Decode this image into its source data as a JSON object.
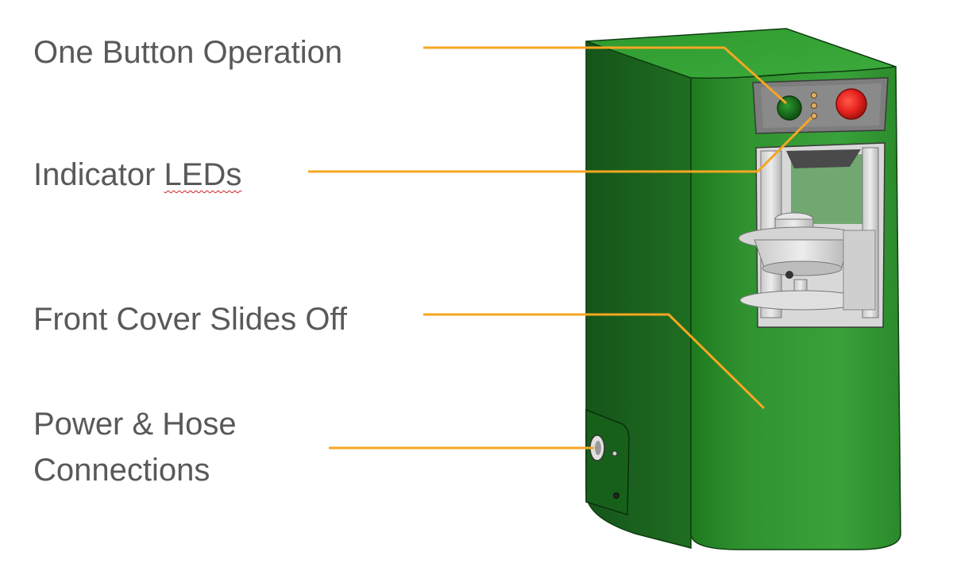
{
  "labels": {
    "button": "One Button Operation",
    "leds_prefix": "Indicator ",
    "leds_word": "LEDs",
    "cover": "Front Cover Slides Off",
    "connections_line1": "Power & Hose",
    "connections_line2": "Connections"
  },
  "colors": {
    "leader": "#f6a623",
    "housing_front": "#2e8b2e",
    "housing_side": "#1f6a1f",
    "housing_top": "#35a035",
    "red_button": "#e8231f",
    "green_button": "#1a7a1a",
    "label_text": "#595959"
  }
}
